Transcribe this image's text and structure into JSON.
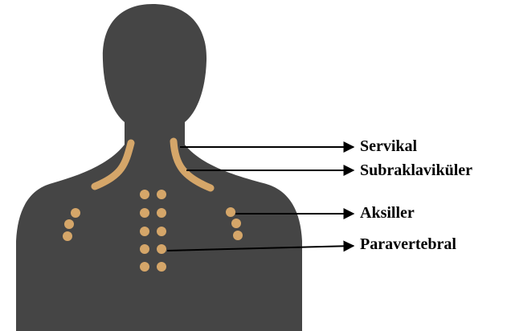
{
  "colors": {
    "silhouette": "#454545",
    "marker": "#D5A669",
    "arrow": "#000000",
    "background": "#FFFFFF"
  },
  "labels": {
    "servikal": "Servikal",
    "subraklavikuler": "Subraklaviküler",
    "aksiller": "Aksiller",
    "paravertebral": "Paravertebral"
  }
}
